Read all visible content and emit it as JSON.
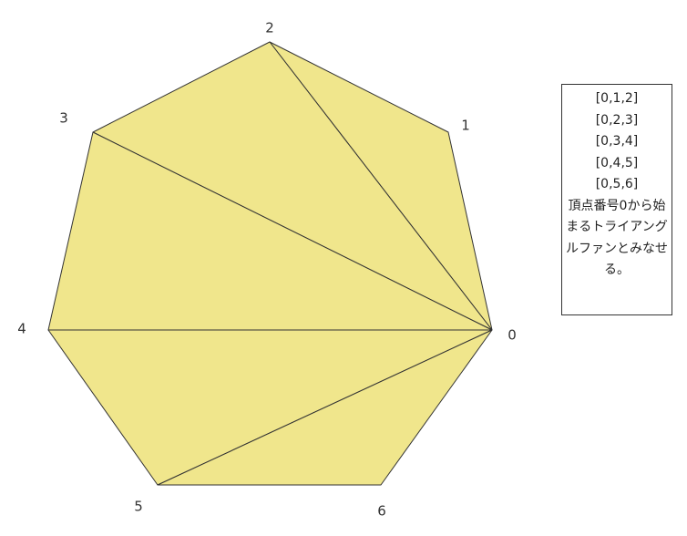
{
  "diagram": {
    "fill_color": "#f0e68c",
    "stroke_color": "#333333",
    "vertices": [
      {
        "label": "0"
      },
      {
        "label": "1"
      },
      {
        "label": "2"
      },
      {
        "label": "3"
      },
      {
        "label": "4"
      },
      {
        "label": "5"
      },
      {
        "label": "6"
      }
    ],
    "triangles": [
      "[0,1,2]",
      "[0,2,3]",
      "[0,3,4]",
      "[0,4,5]",
      "[0,5,6]"
    ],
    "note": "頂点番号0から始まるトライアングルファンとみなせる。"
  }
}
